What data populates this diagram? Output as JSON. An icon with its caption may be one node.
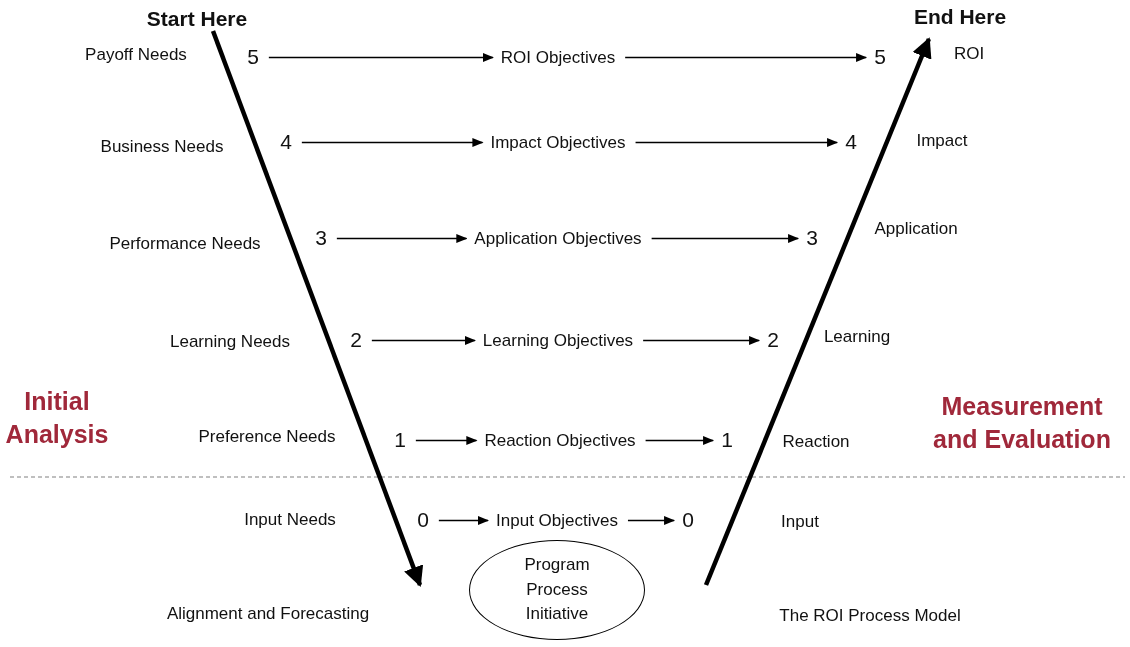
{
  "diagram": {
    "nodes": [
      {
        "text": [
          "Start Here"
        ]
      },
      {
        "text": [
          "End Here"
        ]
      },
      {
        "text": [
          "5"
        ]
      },
      {
        "text": [
          "ROI Objectives"
        ]
      },
      {
        "text": [
          "5"
        ]
      },
      {
        "text": [
          "4"
        ]
      },
      {
        "text": [
          "Impact Objectives"
        ]
      },
      {
        "text": [
          "4"
        ]
      },
      {
        "text": [
          "3"
        ]
      },
      {
        "text": [
          "Application Objectives"
        ]
      },
      {
        "text": [
          "3"
        ]
      },
      {
        "text": [
          "2"
        ]
      },
      {
        "text": [
          "Learning Objectives"
        ]
      },
      {
        "text": [
          "2"
        ]
      },
      {
        "text": [
          "1"
        ]
      },
      {
        "text": [
          "Reaction Objectives"
        ]
      },
      {
        "text": [
          "1"
        ]
      },
      {
        "text": [
          "0"
        ]
      },
      {
        "text": [
          "Input Objectives"
        ]
      },
      {
        "text": [
          "0"
        ]
      },
      {
        "text": [
          "Program Process Initiative"
        ]
      }
    ],
    "edges": [
      {
        "from": 2,
        "to": 3,
        "arrow": "to"
      },
      {
        "from": 3,
        "to": 4,
        "arrow": "to"
      },
      {
        "from": 5,
        "to": 6,
        "arrow": "to"
      },
      {
        "from": 6,
        "to": 7,
        "arrow": "to"
      },
      {
        "from": 8,
        "to": 9,
        "arrow": "to"
      },
      {
        "from": 9,
        "to": 10,
        "arrow": "to"
      },
      {
        "from": 11,
        "to": 12,
        "arrow": "to"
      },
      {
        "from": 12,
        "to": 13,
        "arrow": "to"
      },
      {
        "from": 14,
        "to": 15,
        "arrow": "to"
      },
      {
        "from": 15,
        "to": 16,
        "arrow": "to"
      },
      {
        "from": 17,
        "to": 18,
        "arrow": "to"
      },
      {
        "from": 18,
        "to": 19,
        "arrow": "to"
      },
      {
        "from": 0,
        "to": null,
        "arrow": "to",
        "style": "thick"
      },
      {
        "from": null,
        "to": 1,
        "arrow": "to",
        "style": "thick"
      }
    ],
    "labels": [
      "Payoff Needs",
      "ROI",
      "Business Needs",
      "Impact",
      "Performance Needs",
      "Application",
      "Learning Needs",
      "Learning",
      "Initial Analysis",
      "Measurement and Evaluation",
      "Preference Needs",
      "Reaction",
      "Input Needs",
      "Input",
      "Alignment and Forecasting",
      "The ROI Process Model"
    ]
  }
}
